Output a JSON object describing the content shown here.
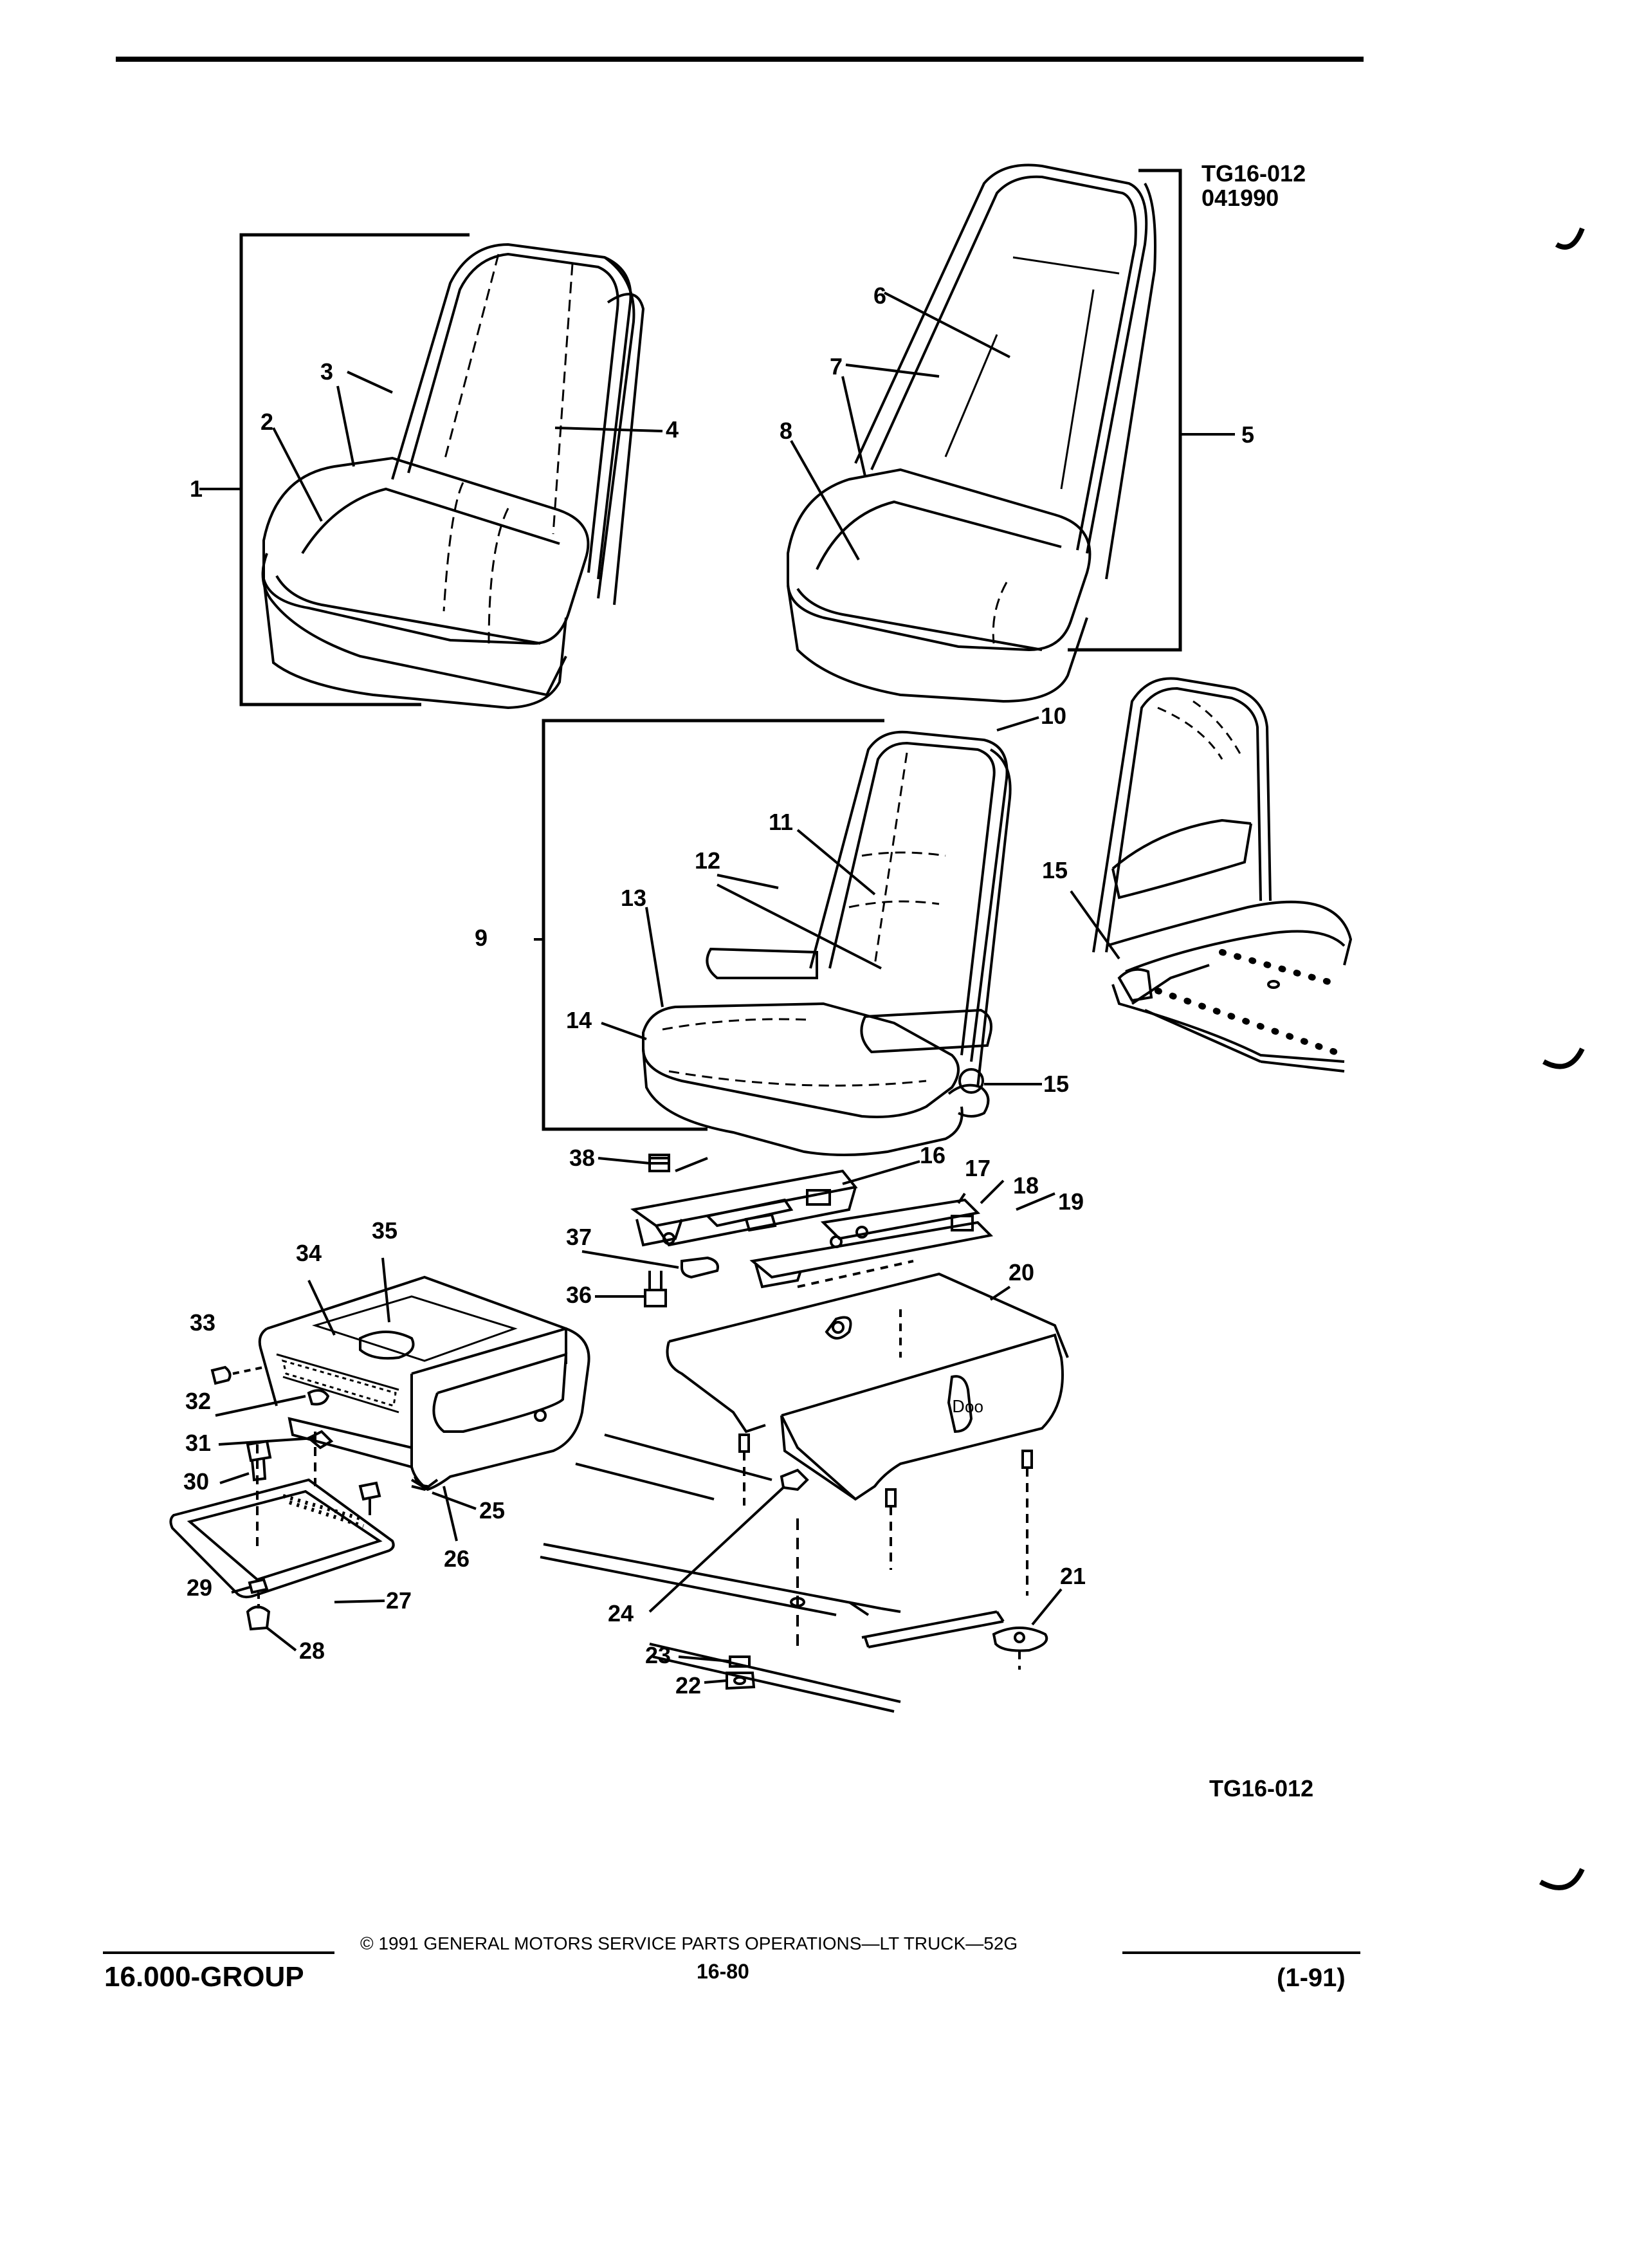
{
  "header": {
    "figure_code": "TG16-012",
    "date_code": "041990"
  },
  "callouts": [
    "1",
    "2",
    "3",
    "4",
    "5",
    "6",
    "7",
    "8",
    "9",
    "10",
    "11",
    "12",
    "13",
    "14",
    "15",
    "15",
    "16",
    "17",
    "18",
    "19",
    "20",
    "21",
    "22",
    "23",
    "24",
    "25",
    "26",
    "27",
    "28",
    "29",
    "30",
    "31",
    "32",
    "33",
    "34",
    "35",
    "36",
    "37",
    "38"
  ],
  "figure_caption": "TG16-012",
  "footer": {
    "group": "16.000-GROUP",
    "copyright": "©  1991  GENERAL MOTORS SERVICE PARTS OPERATIONS—LT TRUCK—52G",
    "page": "16-80",
    "revision": "(1-91)"
  }
}
